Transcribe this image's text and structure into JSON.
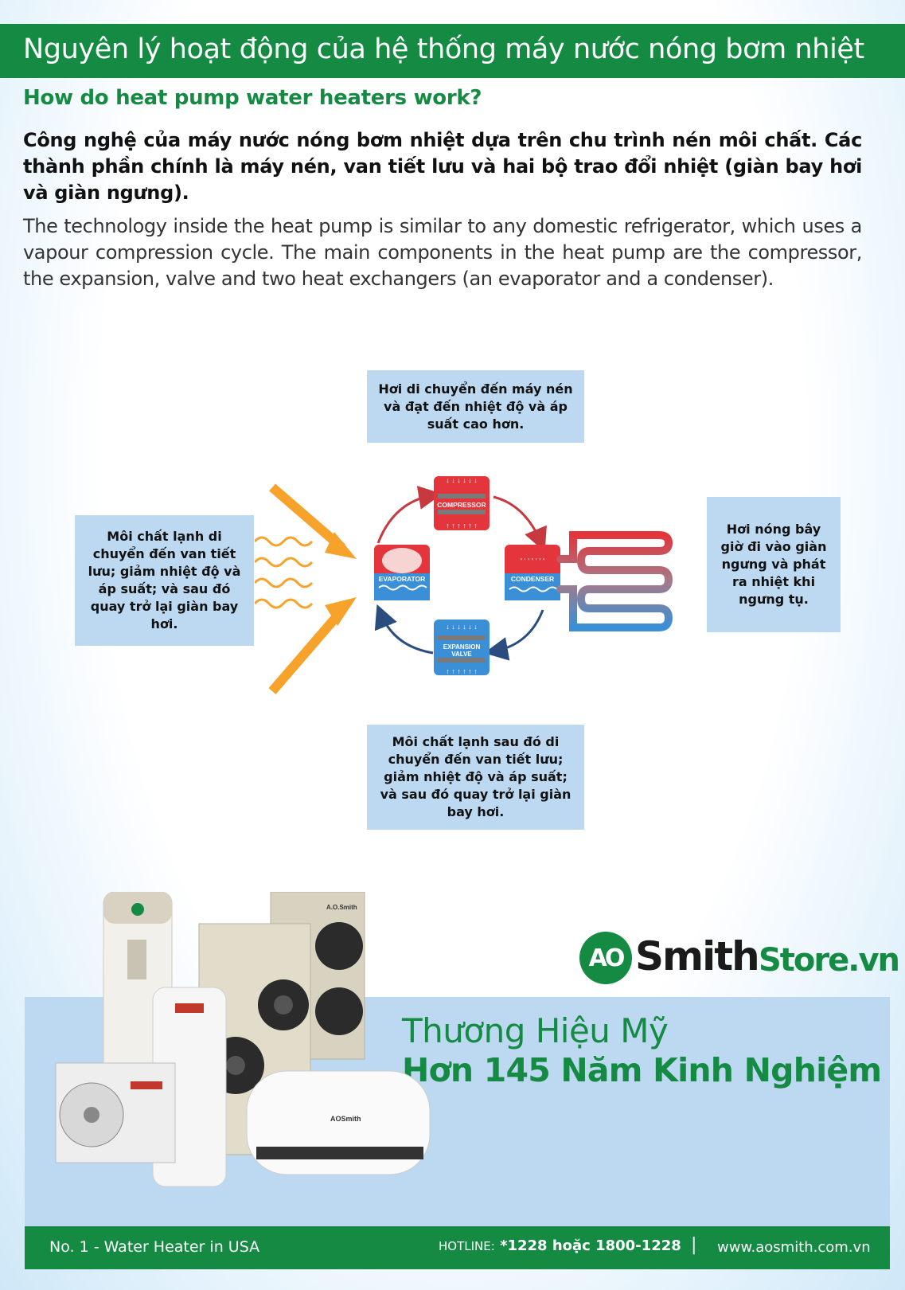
{
  "header": {
    "title": "Nguyên lý hoạt động của hệ thống máy nước nóng bơm nhiệt"
  },
  "subtitle": "How do heat pump water heaters work?",
  "intro_vi": "Công nghệ của máy nước nóng bơm nhiệt dựa trên chu trình nén môi chất. Các thành phần chính là máy nén, van tiết lưu và hai bộ trao đổi nhiệt (giàn bay hơi và giàn ngưng).",
  "intro_en": "The technology inside the heat pump is similar to any domestic refrigerator, which uses a vapour compression cycle. The main components in the heat pump are the compressor, the expansion, valve and two heat exchangers (an evaporator and a condenser).",
  "callouts": {
    "top": "Hơi di chuyển đến máy nén và đạt đến nhiệt độ và áp suất cao hơn.",
    "left": "Môi chất lạnh di chuyển đến van tiết lưu; giảm nhiệt độ và áp suất; và sau đó quay trở lại giàn bay hơi.",
    "right": "Hơi nóng bây giờ đi vào giàn ngưng và phát ra nhiệt khi ngưng tụ.",
    "bottom": "Môi chất lạnh sau đó di chuyển đến van tiết lưu; giảm nhiệt độ và áp suất; và sau đó quay trở lại giàn bay hơi."
  },
  "diagram": {
    "compressor": "COMPRESSOR",
    "evaporator": "EVAPORATOR",
    "condenser": "CONDENSER",
    "expansion_valve_1": "EXPANSION",
    "expansion_valve_2": "VALVE",
    "colors": {
      "hot": "#e3353b",
      "cold": "#3a8fd6",
      "arrow": "#f6a22b",
      "cycle": "#2b4c7e"
    }
  },
  "logo": {
    "mark": "AO",
    "name": "Smith",
    "store": "Store.vn"
  },
  "brand": {
    "line1": "Thương Hiệu Mỹ",
    "line2": "Hơn 145 Năm Kinh Nghiệm"
  },
  "products": {
    "label_1": "A.O.Smith",
    "label_2": "AOSmith"
  },
  "footer": {
    "tagline": "No. 1 - Water Heater in USA",
    "hotline_label": "HOTLINE:",
    "hotline_number": "*1228 hoặc 1800-1228",
    "separator": "|",
    "website": "www.aosmith.com.vn"
  },
  "theme": {
    "primary_green": "#148a43",
    "panel_blue": "#bcd9f1"
  }
}
